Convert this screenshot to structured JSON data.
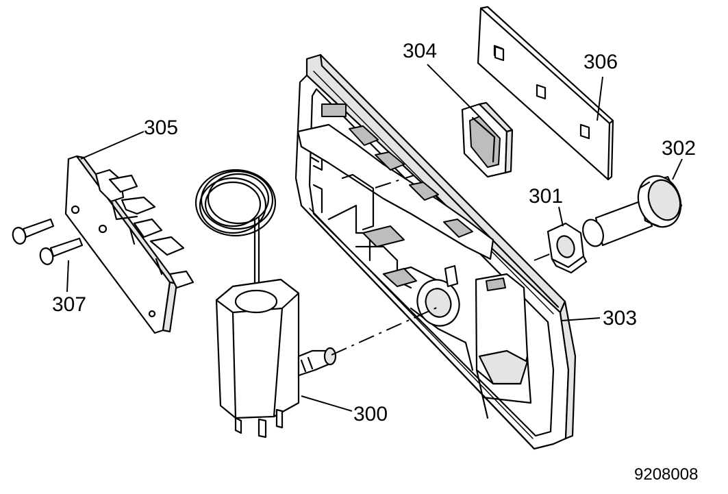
{
  "diagram": {
    "document_id": "9208008",
    "callouts": [
      {
        "id": "300",
        "text": "300"
      },
      {
        "id": "301",
        "text": "301"
      },
      {
        "id": "302",
        "text": "302"
      },
      {
        "id": "303",
        "text": "303"
      },
      {
        "id": "304",
        "text": "304"
      },
      {
        "id": "305",
        "text": "305"
      },
      {
        "id": "306",
        "text": "306"
      },
      {
        "id": "307",
        "text": "307"
      }
    ],
    "parts": [
      {
        "id": "300",
        "icon": "thermostat-capillary"
      },
      {
        "id": "301",
        "icon": "hex-nut"
      },
      {
        "id": "302",
        "icon": "control-knob-shaft"
      },
      {
        "id": "303",
        "icon": "control-panel-housing"
      },
      {
        "id": "304",
        "icon": "lamp-lens"
      },
      {
        "id": "305",
        "icon": "switch-plate"
      },
      {
        "id": "306",
        "icon": "label-strip"
      },
      {
        "id": "307",
        "icon": "screw"
      }
    ]
  }
}
